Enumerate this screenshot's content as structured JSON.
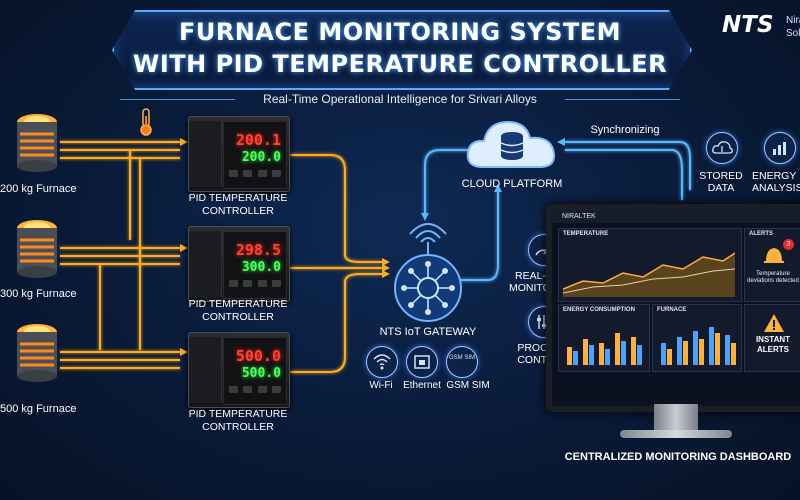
{
  "header": {
    "title_line1": "FURNACE MONITORING SYSTEM",
    "title_line2": "WITH PID TEMPERATURE CONTROLLER",
    "subtitle": "Real-Time Operational Intelligence for Srivari Alloys",
    "brand": "NTS",
    "brand_side_1": "Nira",
    "brand_side_2": "Solu"
  },
  "furnaces": [
    {
      "label": "200 kg Furnace"
    },
    {
      "label": "300 kg Furnace"
    },
    {
      "label": "500 kg Furnace"
    }
  ],
  "controllers": [
    {
      "label": "PID TEMPERATURE CONTROLLER",
      "pv": "200.1",
      "sv": "200.0"
    },
    {
      "label": "PID TEMPERATURE CONTROLLER",
      "pv": "298.5",
      "sv": "300.0"
    },
    {
      "label": "PID TEMPERATURE CONTROLLER",
      "pv": "500.0",
      "sv": "500.0"
    }
  ],
  "cloud": {
    "label": "CLOUD PLATFORM",
    "sync": "Synchronizing"
  },
  "gateway": {
    "label": "NTS IoT GATEWAY",
    "conn": [
      "Wi-Fi",
      "Ethernet",
      "GSM SIM"
    ],
    "gsm_icon_text": "GSM SIM"
  },
  "side_features": [
    {
      "label": "REAL-TIME MONITORING"
    },
    {
      "label": "PROCESS CONTROL"
    }
  ],
  "top_features": [
    {
      "label": "STORED DATA"
    },
    {
      "label": "ENERGY ANALYSIS"
    }
  ],
  "dashboard": {
    "brand": "NIRALTEK",
    "panel_temp": "TEMPERATURE",
    "panel_alerts": "ALERTS",
    "panel_energy": "ENERGY CONSUMPTION",
    "panel_furnace": "FURNACE",
    "alert_count": "3",
    "alert_text": "Temperature deviations detected",
    "instant_alerts": "INSTANT ALERTS",
    "caption": "CENTRALIZED MONITORING DASHBOARD"
  },
  "colors": {
    "accent": "#4aa3ff",
    "wire": "#ffab1f",
    "cloud_link": "#59b7ff"
  }
}
